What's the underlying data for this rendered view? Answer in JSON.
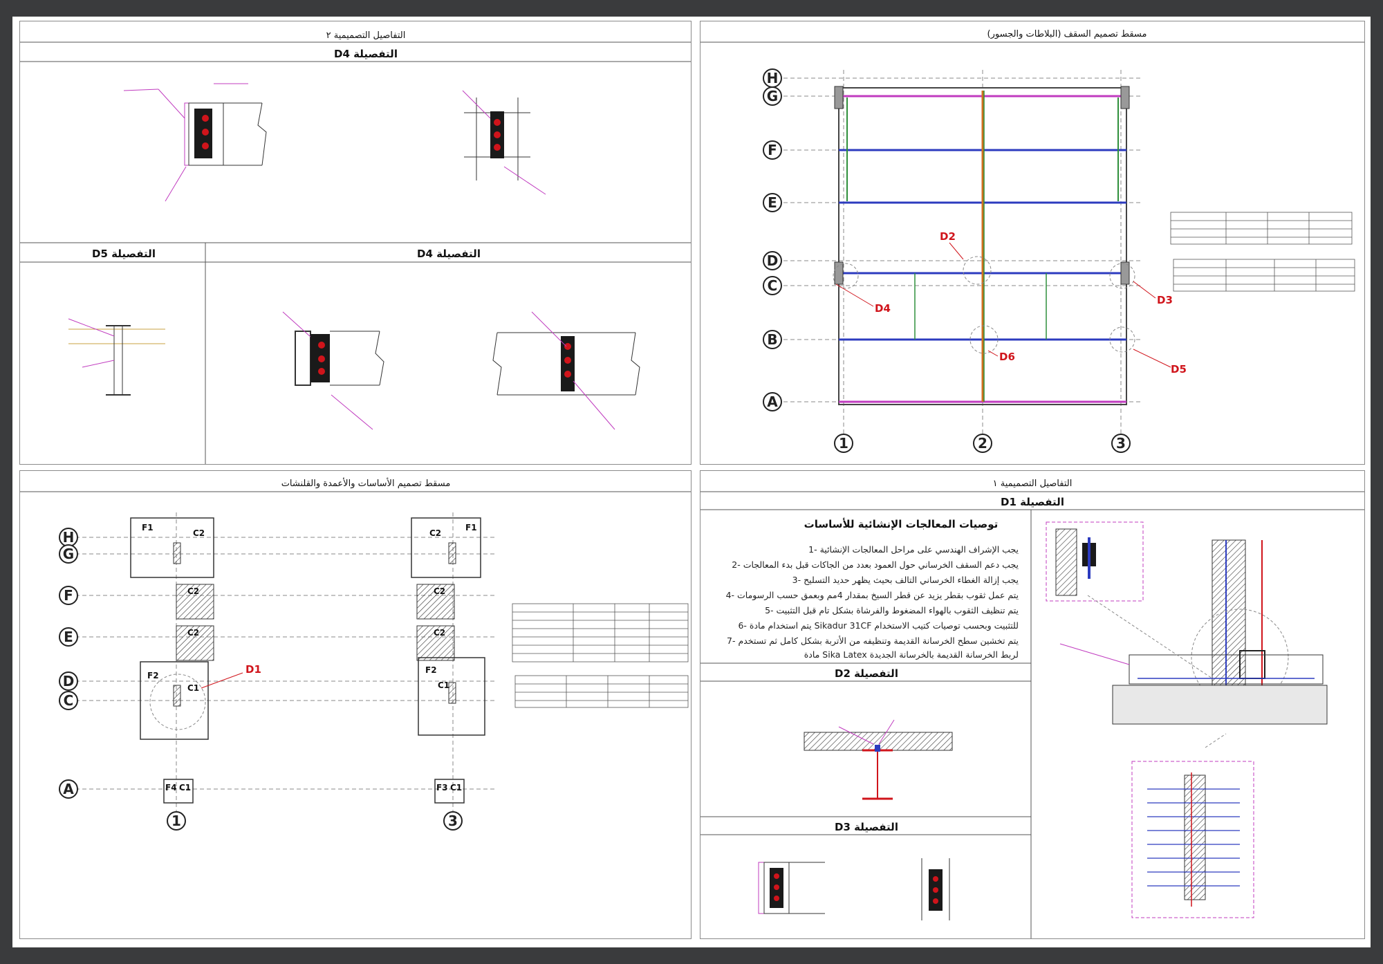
{
  "sheets": {
    "top_left": {
      "title": "التفاصيل التصميمية ٢",
      "detail_d4_top": "D4   التفصيلة",
      "detail_d5": "D5   التفصيلة",
      "detail_d4_bottom": "D4   التفصيلة"
    },
    "top_right": {
      "title": "مسقط تصميم السقف   (البلاطات والجسور)"
    },
    "bottom_left": {
      "title": "مسقط تصميم الأساسات والأعمدة والقلنشات"
    },
    "bottom_right": {
      "title": "التفاصيل التصميمية ١",
      "detail_d1": "D1   التفصيلة",
      "notes_title": "توصيات المعالجات الإنشائية للأساسات",
      "detail_d2": "D2   التفصيلة",
      "detail_d3": "D3   التفصيلة",
      "notes": [
        "1- يجب الإشراف الهندسي على مراحل المعالجات الإنشائية",
        "2- يجب دعم السقف الخرساني حول العمود بعدد من الجاكات قبل بدء المعالجات",
        "3- يجب إزالة الغطاء الخرساني التالف بحيث يظهر حديد التسليح",
        "4- يتم عمل ثقوب بقطر يزيد عن قطر السيخ بمقدار 4مم وبعمق حسب الرسومات",
        "5- يتم تنظيف الثقوب بالهواء المضغوط والفرشاة بشكل تام قبل التثبيت",
        "6- يتم استخدام مادة Sikadur 31CF للتثبيت وبحسب توصيات كتيب الاستخدام",
        "7- يتم تخشين سطح الخرسانة القديمة وتنظيفه من الأتربة بشكل كامل ثم تستخدم",
        "مادة Sika Latex لربط الخرسانة القديمة بالخرسانة الجديدة"
      ]
    }
  },
  "roof_plan": {
    "grid_rows": [
      "H",
      "G",
      "F",
      "E",
      "D",
      "C",
      "B",
      "A"
    ],
    "grid_cols": [
      "1",
      "2",
      "3"
    ],
    "detail_markers": [
      "D2",
      "D3",
      "D4",
      "D5",
      "D6"
    ]
  },
  "foundation_plan": {
    "grid_rows": [
      "H",
      "G",
      "F",
      "E",
      "D",
      "C",
      "A"
    ],
    "grid_cols": [
      "1",
      "3"
    ],
    "footing_tags": [
      "F1",
      "F1",
      "F2",
      "F2",
      "F4",
      "F3"
    ],
    "column_tags": [
      "C2",
      "C2",
      "C2",
      "C2",
      "C2",
      "C2",
      "C1",
      "C1",
      "C1",
      "C1"
    ],
    "detail_marker": "D1"
  },
  "colors": {
    "background": "#3a3b3d",
    "sheet": "#ffffff",
    "detail_red": "#d0141b",
    "leader_magenta": "#c03bbf",
    "beam_blue": "#2c3bbf",
    "slab_green": "#2e8f3a",
    "grid_bubble": "#222222"
  }
}
